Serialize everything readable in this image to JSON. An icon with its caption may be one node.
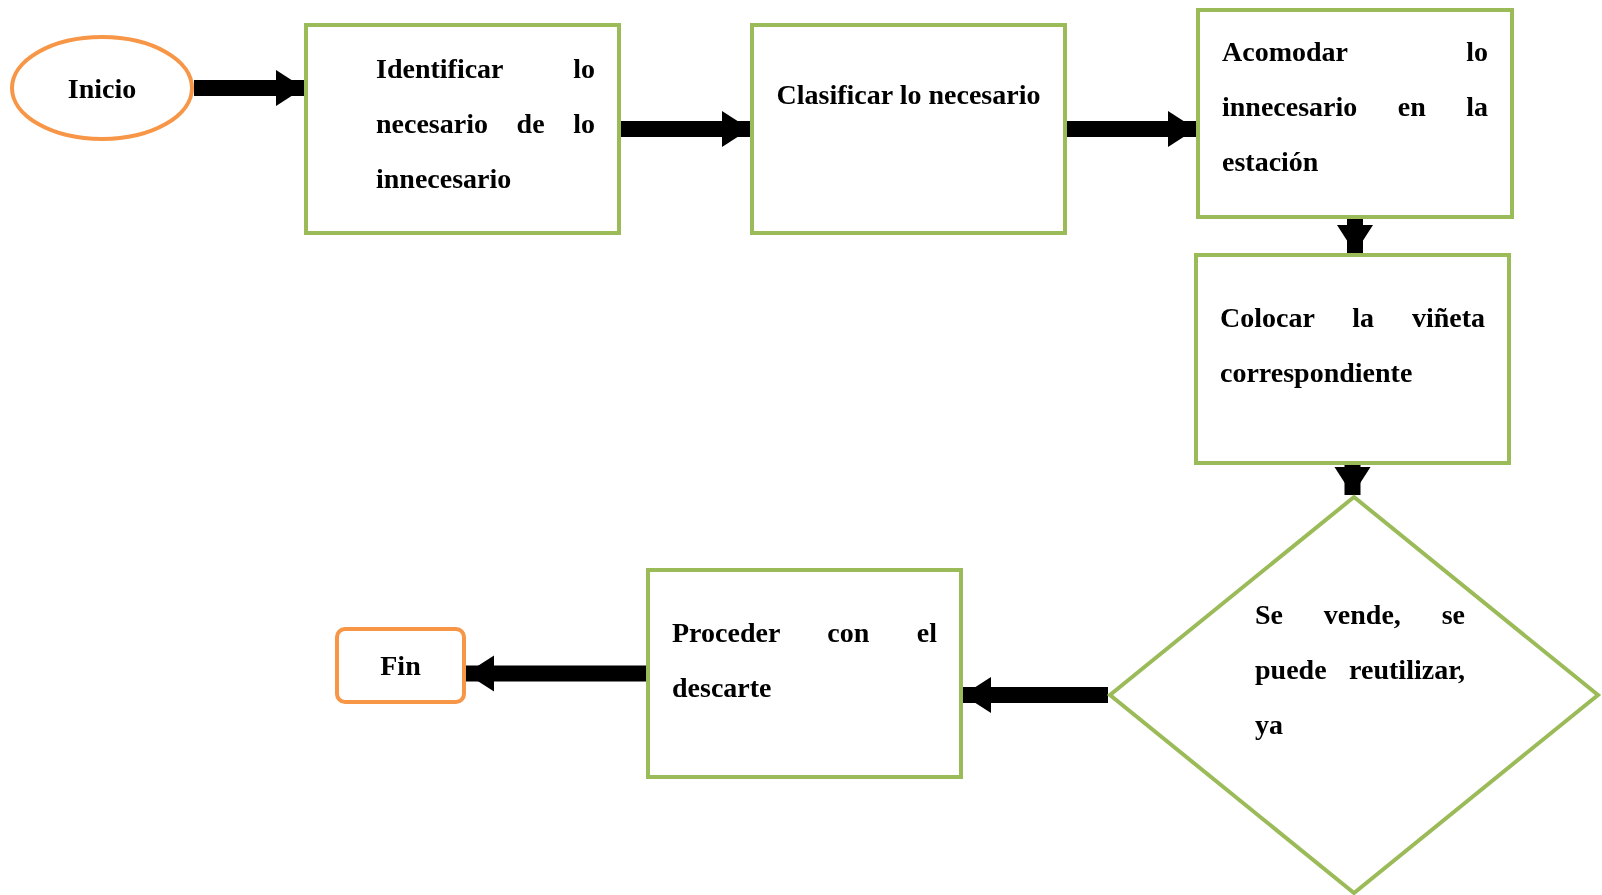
{
  "diagram": {
    "nodes": [
      {
        "text": [
          "Inicio"
        ]
      },
      {
        "text": [
          "Identificar lo necesario de lo innecesario"
        ]
      },
      {
        "text": [
          "Clasificar lo necesario"
        ]
      },
      {
        "text": [
          "Acomodar lo innecesario en la estación"
        ]
      },
      {
        "text": [
          "Colocar la viñeta correspondiente"
        ]
      },
      {
        "text": [
          "Se vende, se puede reutilizar, ya"
        ]
      },
      {
        "text": [
          "Proceder con el descarte"
        ]
      },
      {
        "text": [
          "Fin"
        ]
      }
    ],
    "edges": [
      {
        "from": 0,
        "to": 1,
        "arrow": "to"
      },
      {
        "from": 1,
        "to": 2,
        "arrow": "to"
      },
      {
        "from": 2,
        "to": 3,
        "arrow": "to"
      },
      {
        "from": 3,
        "to": 4,
        "arrow": "to"
      },
      {
        "from": 4,
        "to": 5,
        "arrow": "to"
      },
      {
        "from": 5,
        "to": 6,
        "arrow": "to"
      },
      {
        "from": 6,
        "to": 7,
        "arrow": "to"
      }
    ]
  }
}
